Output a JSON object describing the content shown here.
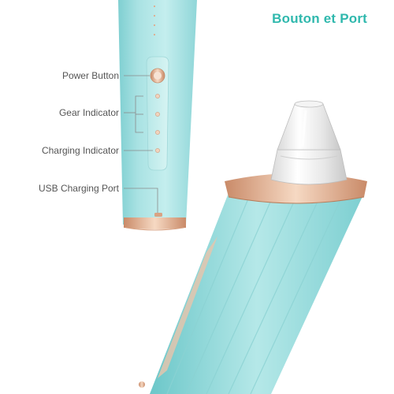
{
  "header": {
    "title": "Bouton et Port"
  },
  "labels": {
    "power_button": "Power Button",
    "gear_indicator": "Gear Indicator",
    "charging_indicator": "Charging Indicator",
    "usb_port": "USB Charging Port"
  },
  "colors": {
    "title": "#2fb8ad",
    "device_body": "#9fdfe0",
    "accent_gold": "#e7b79a",
    "label_text": "#555555"
  },
  "icons": [
    "power-button-icon",
    "gear-indicator-icon",
    "charging-indicator-icon",
    "usb-port-icon"
  ]
}
